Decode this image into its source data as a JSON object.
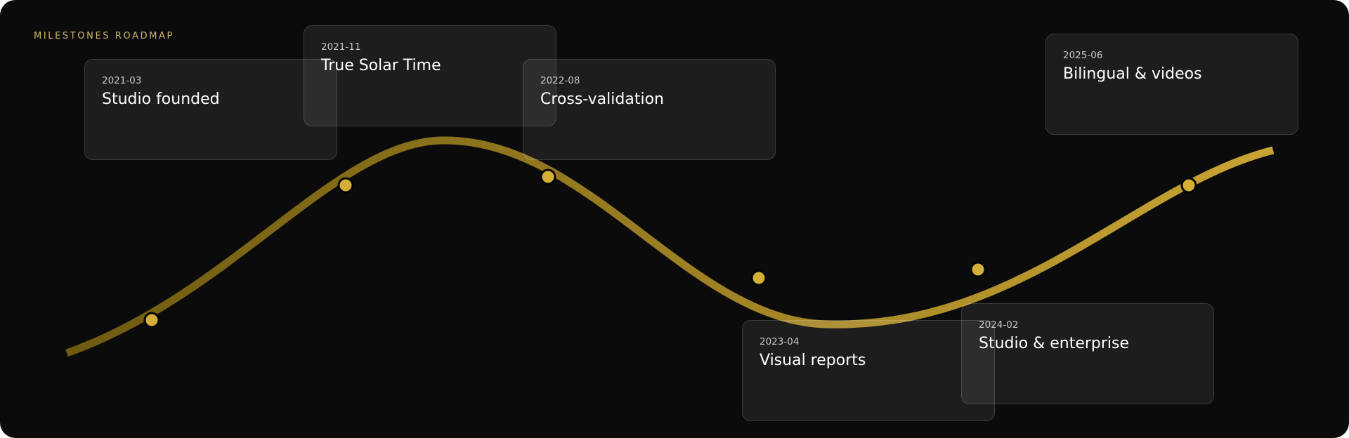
{
  "roadmap": {
    "title": "MILESTONES ROADMAP",
    "accent_color": "#d4af37",
    "curve_start_color": "#6e5a10",
    "curve_end_color": "#c9a435",
    "milestones": [
      {
        "date": "2021-03",
        "title": "Studio founded"
      },
      {
        "date": "2021-11",
        "title": "True Solar Time"
      },
      {
        "date": "2022-08",
        "title": "Cross-validation"
      },
      {
        "date": "2023-04",
        "title": "Visual reports"
      },
      {
        "date": "2024-02",
        "title": "Studio & enterprise"
      },
      {
        "date": "2025-06",
        "title": "Bilingual & videos"
      }
    ]
  }
}
